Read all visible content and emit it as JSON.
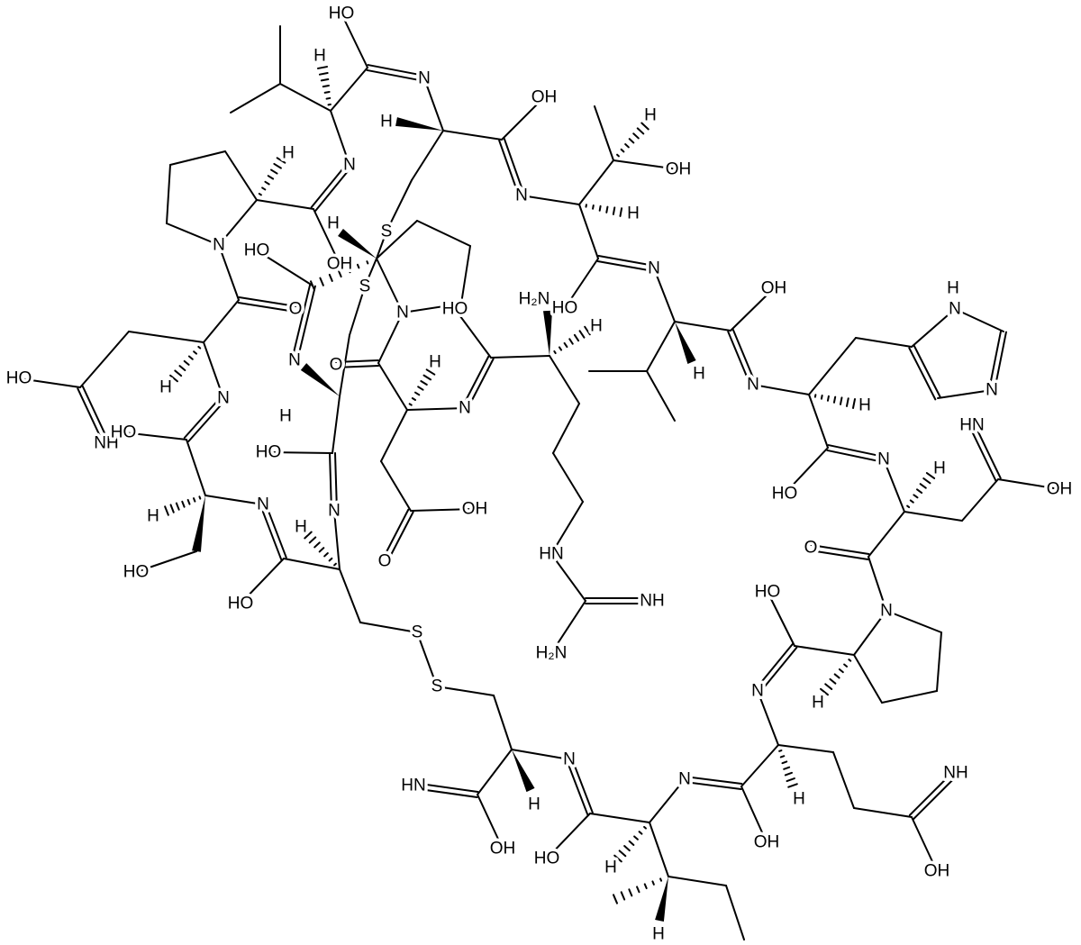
{
  "diagram": {
    "type": "chemical-structure",
    "line_color": "#000000",
    "background": "#ffffff"
  },
  "atom_labels": [
    "HO",
    "H",
    "N",
    "OH",
    "H",
    "H",
    "N",
    "OH",
    "H",
    "N",
    "H",
    "H",
    "S",
    "N",
    "HO",
    "OH",
    "S",
    "O",
    "N",
    "HO",
    "H₂N",
    "HO",
    "N",
    "OH",
    "H",
    "N",
    "N",
    "O",
    "H",
    "H",
    "N",
    "H",
    "N",
    "N",
    "HO",
    "H",
    "N",
    "H",
    "H",
    "NH",
    "HO",
    "HO",
    "HN",
    "HO",
    "N",
    "H",
    "OH",
    "H",
    "N",
    "N",
    "OH",
    "H",
    "O",
    "HO",
    "HN",
    "O",
    "HO",
    "NH",
    "HO",
    "N",
    "S",
    "H₂N",
    "S",
    "N",
    "H",
    "N",
    "N",
    "NH",
    "HN",
    "H",
    "H",
    "OH",
    "HO",
    "OH",
    "H",
    "OH",
    "H"
  ]
}
